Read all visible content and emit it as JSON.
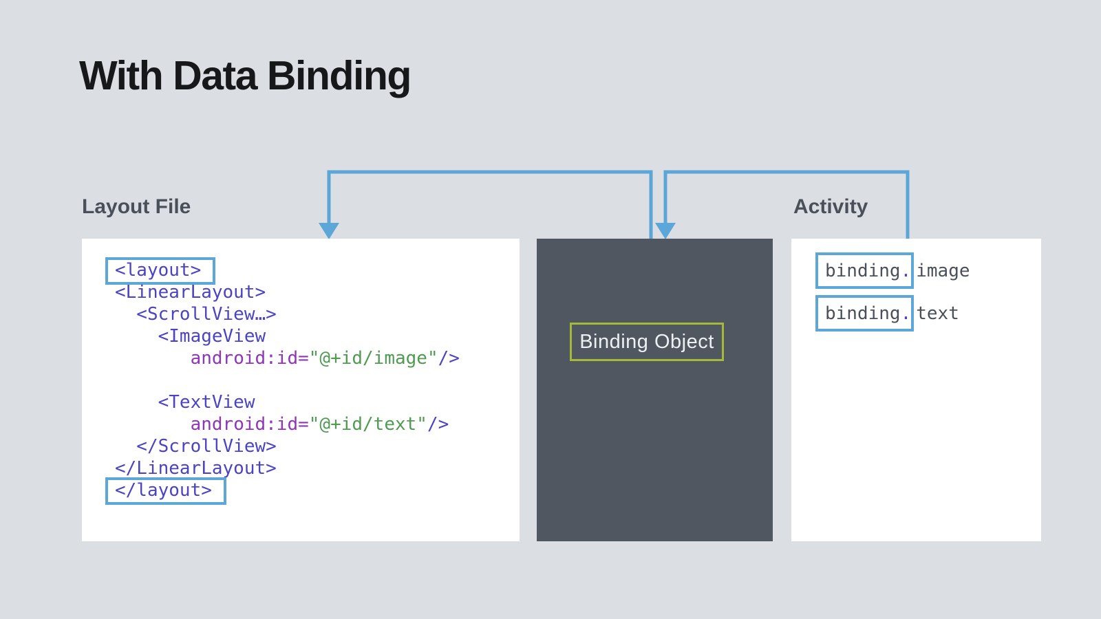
{
  "title": "With Data Binding",
  "colors": {
    "bg": "#dbdfe4",
    "panelWhite": "#ffffff",
    "panelDark": "#505760",
    "blue": "#5ca6d8",
    "green": "#a5ba3b",
    "title": "#17181a",
    "textDark": "#4a5059",
    "lightText": "#edf0f2",
    "codeTag": "#4b43c4",
    "codeAttr": "#8f35b8",
    "codeStr": "#4f9b51"
  },
  "layout_file": {
    "label": "Layout File",
    "code_lines": [
      {
        "boxed": true,
        "segments": [
          [
            "tag",
            "<layout>"
          ]
        ]
      },
      {
        "boxed": false,
        "segments": [
          [
            "tag",
            "<LinearLayout>"
          ]
        ]
      },
      {
        "boxed": false,
        "segments": [
          [
            "tag",
            "  <ScrollView…>"
          ]
        ]
      },
      {
        "boxed": false,
        "segments": [
          [
            "tag",
            "    <ImageView"
          ]
        ]
      },
      {
        "boxed": false,
        "segments": [
          [
            "plain",
            "       "
          ],
          [
            "attr",
            "android:id="
          ],
          [
            "str",
            "\"@+id/image\""
          ],
          [
            "tag",
            "/>"
          ]
        ]
      },
      {
        "boxed": false,
        "segments": []
      },
      {
        "boxed": false,
        "segments": [
          [
            "tag",
            "    <TextView"
          ]
        ]
      },
      {
        "boxed": false,
        "segments": [
          [
            "plain",
            "       "
          ],
          [
            "attr",
            "android:id="
          ],
          [
            "str",
            "\"@+id/text\""
          ],
          [
            "tag",
            "/>"
          ]
        ]
      },
      {
        "boxed": false,
        "segments": [
          [
            "tag",
            "  </ScrollView>"
          ]
        ]
      },
      {
        "boxed": false,
        "segments": [
          [
            "tag",
            "</LinearLayout>"
          ]
        ]
      },
      {
        "boxed": true,
        "segments": [
          [
            "tag",
            "</layout>"
          ]
        ]
      }
    ]
  },
  "binding_object": {
    "label": "Binding Object"
  },
  "activity": {
    "label": "Activity",
    "items": [
      {
        "boxed": "binding",
        "dot": ".",
        "rest": "image"
      },
      {
        "boxed": "binding",
        "dot": ".",
        "rest": "text"
      }
    ]
  }
}
